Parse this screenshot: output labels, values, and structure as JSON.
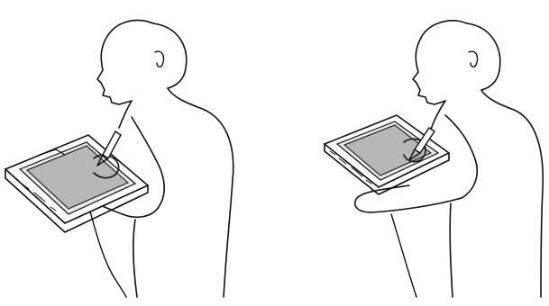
{
  "figure": {
    "panels": [
      {
        "id": "left",
        "pose": "tablet-held-on-forearm-right-side"
      },
      {
        "id": "right",
        "pose": "tablet-held-against-chest-left-side"
      }
    ]
  },
  "colors": {
    "ink": "#111111",
    "background": "#ffffff",
    "screen": "#b7b7b7",
    "screen_border": "#e6e6e6"
  }
}
